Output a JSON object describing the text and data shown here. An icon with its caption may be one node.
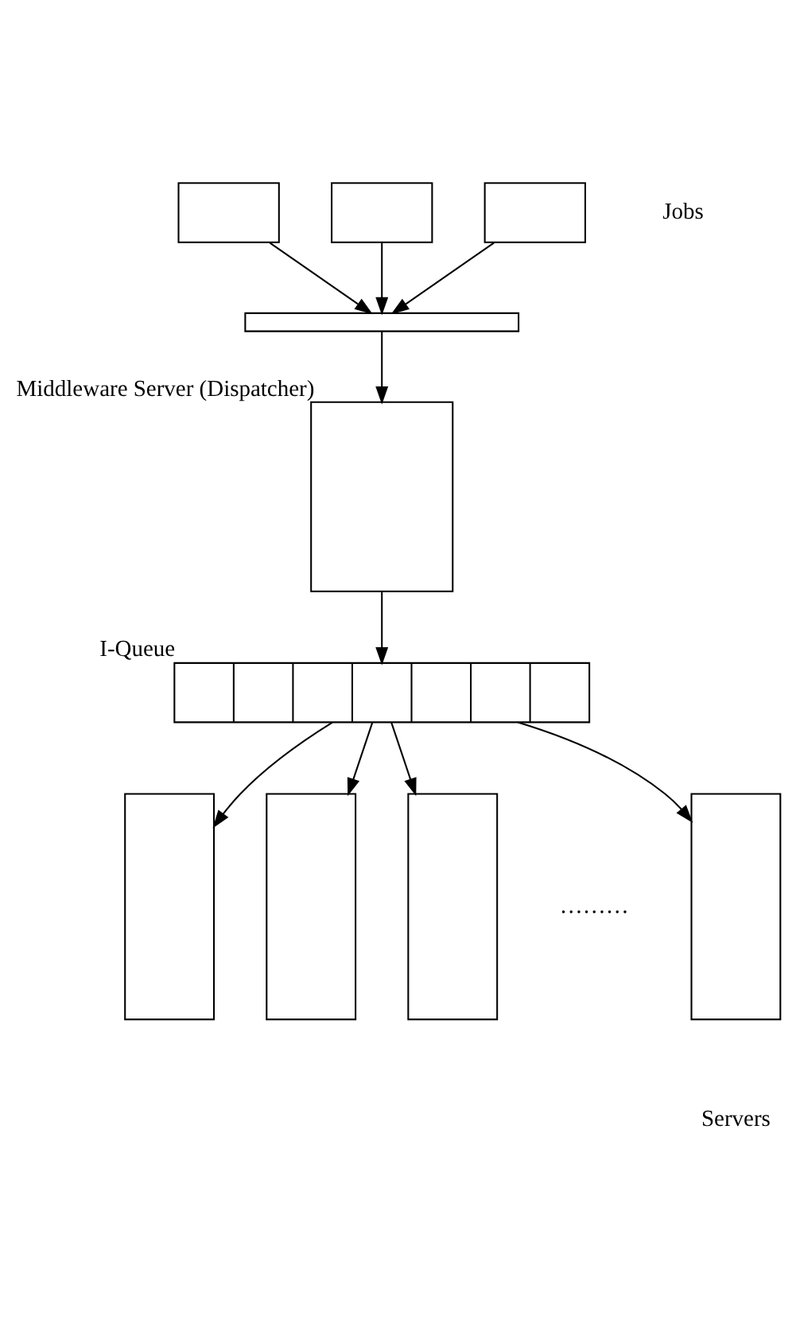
{
  "diagram": {
    "nodes": [
      {
        "text": [],
        "shape": "box"
      },
      {
        "text": [],
        "shape": "box"
      },
      {
        "text": [],
        "shape": "box"
      },
      {
        "text": [],
        "shape": "bar"
      },
      {
        "text": [],
        "shape": "box",
        "beside": [
          "Middleware Server (Dispatcher)"
        ]
      },
      {
        "text": [],
        "shape": "queue",
        "beside": [
          "I-Queue"
        ]
      },
      {
        "text": [],
        "shape": "box"
      },
      {
        "text": [],
        "shape": "box"
      },
      {
        "text": [],
        "shape": "box"
      },
      {
        "text": [],
        "shape": "box"
      }
    ],
    "edges": [
      {
        "from": 0,
        "to": 3,
        "arrow": "to"
      },
      {
        "from": 1,
        "to": 3,
        "arrow": "to"
      },
      {
        "from": 2,
        "to": 3,
        "arrow": "to"
      },
      {
        "from": 3,
        "to": 4,
        "arrow": "to"
      },
      {
        "from": 4,
        "to": 5,
        "arrow": "to"
      },
      {
        "from": 5,
        "to": 6,
        "arrow": "to"
      },
      {
        "from": 5,
        "to": 7,
        "arrow": "to"
      },
      {
        "from": 5,
        "to": 8,
        "arrow": "to"
      },
      {
        "from": 5,
        "to": 9,
        "arrow": "to"
      }
    ],
    "labels": [
      "Jobs",
      "………",
      "Servers"
    ]
  }
}
